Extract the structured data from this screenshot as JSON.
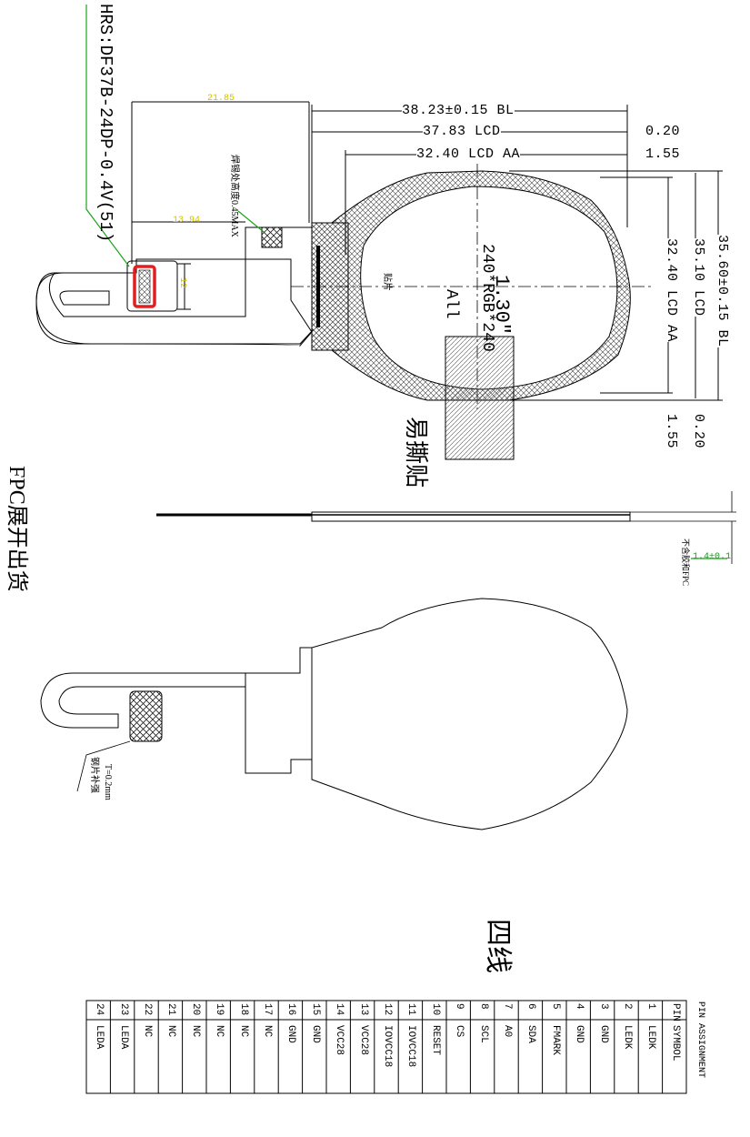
{
  "connector": {
    "label": "HRS:DF37B-24DP-0.4V(51)"
  },
  "solder_note": "焊锡处高度0.45MAX",
  "shipping_note": "FPC展开出货",
  "fpc_dims": {
    "d1": "21.85",
    "d2": "13.94",
    "d3": "12"
  },
  "lcd": {
    "size": "1.30\"",
    "resolution": "240*RGB*240",
    "all": "All",
    "label": "贴片"
  },
  "dims": {
    "bl_width": "38.23±0.15  BL",
    "lcd_width": "37.83  LCD",
    "aa_width": "32.40  LCD  AA",
    "gap1": "0.20",
    "gap2": "1.55",
    "aa_height": "32.40  LCD  AA",
    "lcd_height": "35.10  LCD",
    "bl_height": "35.60±0.15  BL",
    "gap3": "1.55",
    "gap4": "0.20"
  },
  "peel_label": "易撕贴",
  "thickness": {
    "value": "1.4±0.1",
    "note": "不含胶和FPC"
  },
  "stiffener": {
    "thickness": "T=0.2mm",
    "label": "钢片补强"
  },
  "interface": "四线",
  "pin_table": {
    "title": "PIN ASSIGNMENT",
    "header": [
      "PIN",
      "SYMBOL"
    ],
    "rows": [
      [
        "1",
        "LEDK"
      ],
      [
        "2",
        "LEDK"
      ],
      [
        "3",
        "GND"
      ],
      [
        "4",
        "GND"
      ],
      [
        "5",
        "FMARK"
      ],
      [
        "6",
        "SDA"
      ],
      [
        "7",
        "A0"
      ],
      [
        "8",
        "SCL"
      ],
      [
        "9",
        "CS"
      ],
      [
        "10",
        "RESET"
      ],
      [
        "11",
        "IOVCC18"
      ],
      [
        "12",
        "IOVCC18"
      ],
      [
        "13",
        "VCC28"
      ],
      [
        "14",
        "VCC28"
      ],
      [
        "15",
        "GND"
      ],
      [
        "16",
        "GND"
      ],
      [
        "17",
        "NC"
      ],
      [
        "18",
        "NC"
      ],
      [
        "19",
        "NC"
      ],
      [
        "20",
        "NC"
      ],
      [
        "21",
        "NC"
      ],
      [
        "22",
        "NC"
      ],
      [
        "23",
        "LEDA"
      ],
      [
        "24",
        "LEDA"
      ]
    ]
  }
}
